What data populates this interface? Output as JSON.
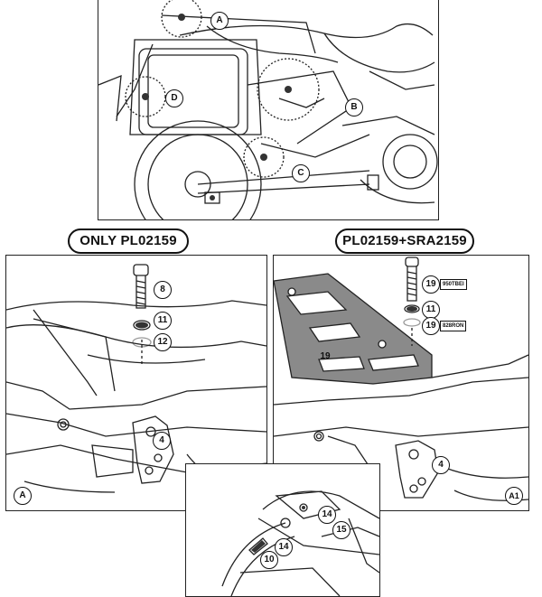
{
  "headers": {
    "left": "ONLY PL02159",
    "right": "PL02159+SRA2159"
  },
  "top_panel": {
    "callouts": [
      "A",
      "B",
      "C",
      "D"
    ]
  },
  "left_panel": {
    "callouts": [
      "8",
      "11",
      "12",
      "4"
    ],
    "corner": "A"
  },
  "right_panel": {
    "callouts": [
      "19",
      "11",
      "19",
      "4",
      "19"
    ],
    "codes": [
      "950TBEI",
      "828RON"
    ],
    "corner": "A1"
  },
  "bottom_panel": {
    "callouts": [
      "14",
      "15",
      "14",
      "10"
    ]
  }
}
